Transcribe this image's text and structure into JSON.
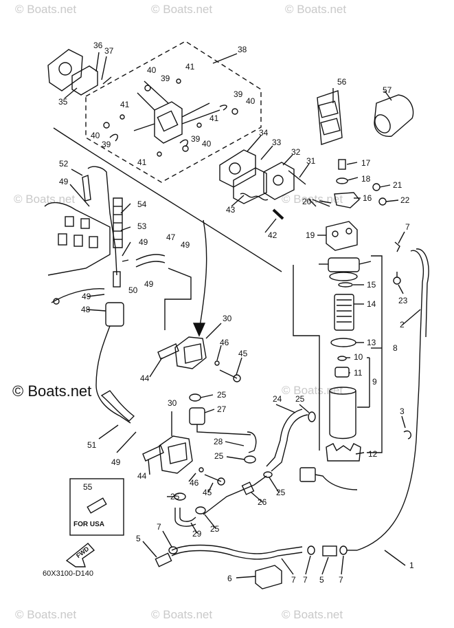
{
  "watermark": "© Boats.net",
  "diagram_code": "60X3100-D140",
  "inset_note": "FOR USA",
  "fwd_arrow_text": "FWD",
  "callouts": [
    "1",
    "2",
    "3",
    "5",
    "6",
    "7",
    "8",
    "9",
    "10",
    "11",
    "12",
    "13",
    "14",
    "15",
    "16",
    "17",
    "18",
    "19",
    "20",
    "21",
    "22",
    "23",
    "24",
    "25",
    "26",
    "27",
    "28",
    "29",
    "30",
    "31",
    "32",
    "33",
    "34",
    "35",
    "36",
    "37",
    "38",
    "39",
    "40",
    "41",
    "42",
    "43",
    "44",
    "45",
    "46",
    "47",
    "48",
    "49",
    "50",
    "51",
    "52",
    "53",
    "54",
    "55",
    "56",
    "57"
  ]
}
